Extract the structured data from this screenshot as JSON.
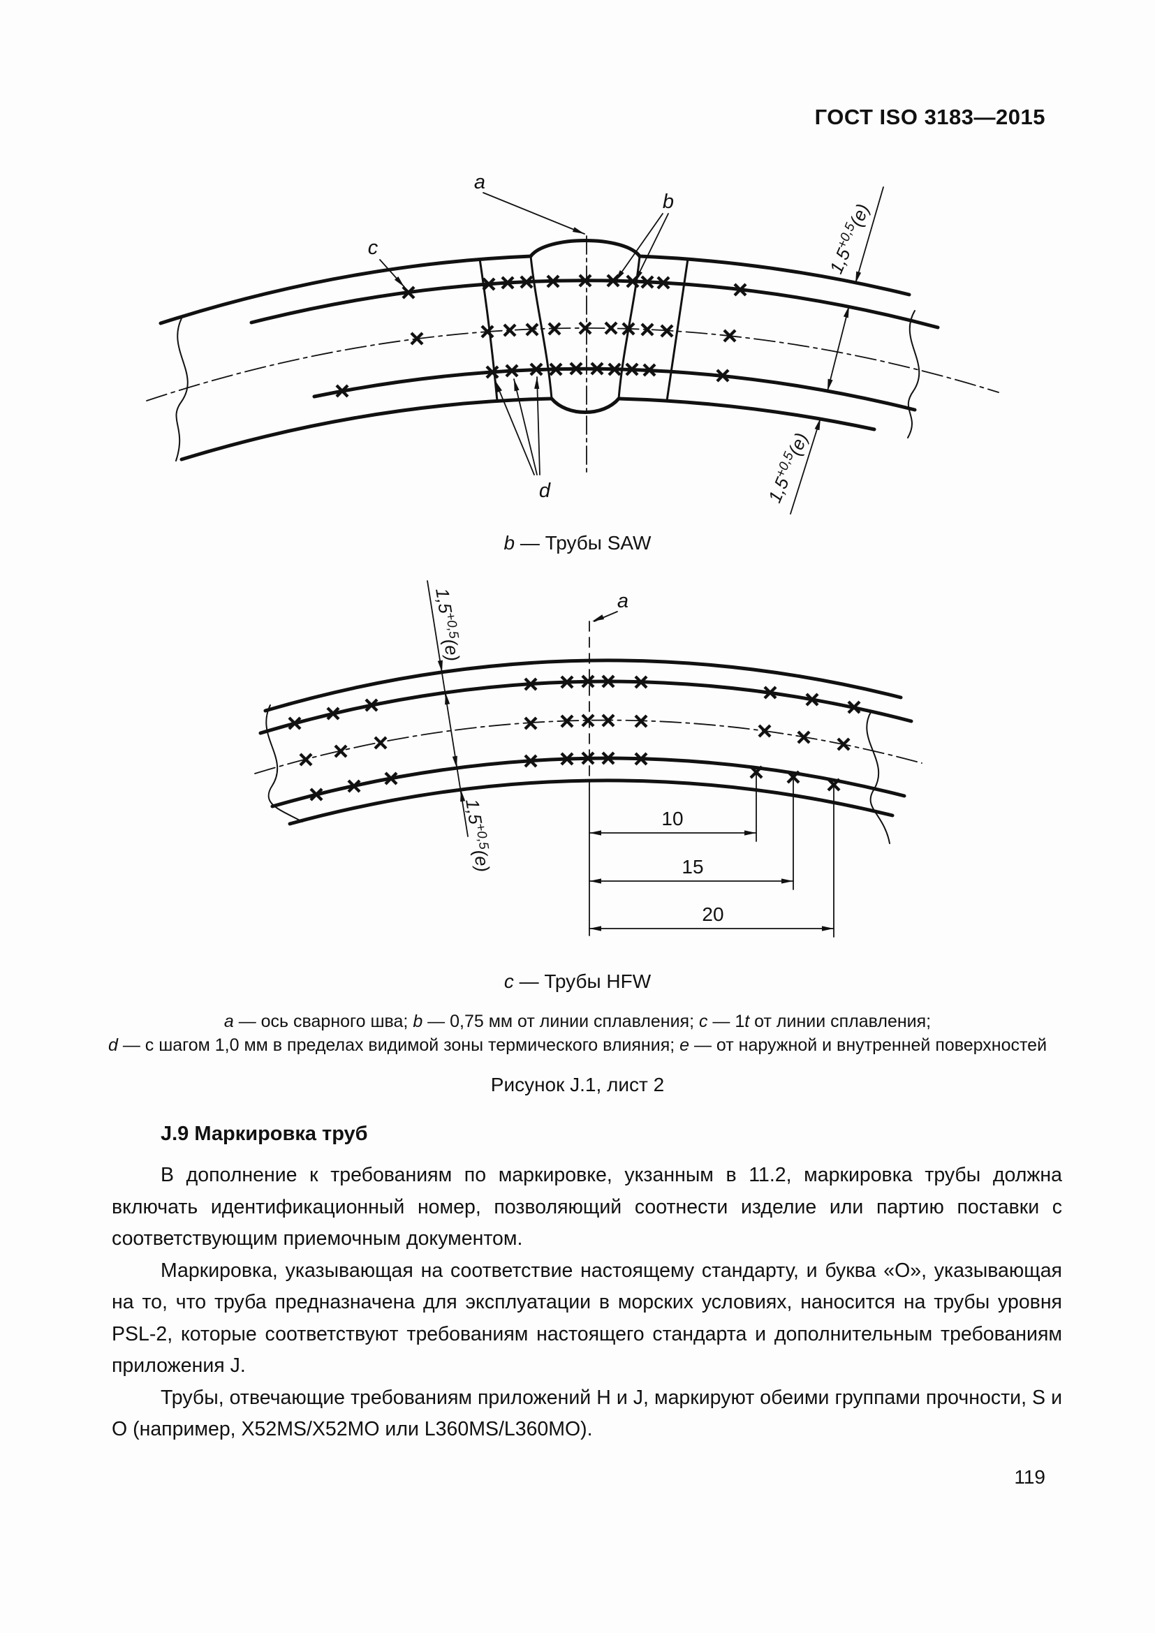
{
  "header": {
    "title": "ГОСТ ISO 3183—2015"
  },
  "figures": {
    "saw": {
      "label_a": "a",
      "label_b": "b",
      "label_c": "c",
      "label_d": "d",
      "wall_dim": {
        "value": "1,5",
        "tolerance": "+0,5",
        "suffix": "(e)"
      },
      "caption_prefix": "b",
      "caption_text": " — Трубы SAW"
    },
    "hfw": {
      "label_a": "a",
      "wall_dim": {
        "value": "1,5",
        "tolerance": "+0,5",
        "suffix": "(e)"
      },
      "dim_10": "10",
      "dim_15": "15",
      "dim_20": "20",
      "caption_prefix": "c",
      "caption_text": " — Трубы HFW"
    }
  },
  "legend": {
    "lines": [
      [
        {
          "t": "a",
          "i": true
        },
        {
          "t": " — ось сварного шва; ",
          "i": false
        },
        {
          "t": "b",
          "i": true
        },
        {
          "t": " — 0,75 мм от линии сплавления; ",
          "i": false
        },
        {
          "t": "c",
          "i": true
        },
        {
          "t": " — 1",
          "i": false
        },
        {
          "t": "t",
          "i": true
        },
        {
          "t": " от линии сплавления;",
          "i": false
        }
      ],
      [
        {
          "t": "d",
          "i": true
        },
        {
          "t": " — с шагом 1,0 мм в пределах видимой зоны термического влияния; ",
          "i": false
        },
        {
          "t": "e",
          "i": true
        },
        {
          "t": " — от наружной и внутренней поверхностей",
          "i": false
        }
      ]
    ]
  },
  "figure_title": "Рисунок J.1, лист 2",
  "section": {
    "heading": "J.9 Маркировка труб",
    "paragraphs": [
      "В дополнение к требованиям по маркировке, укзанным в 11.2, маркировка трубы должна включать идентификационный номер, позволяющий соотнести изделие или партию поставки с соответствующим приемочным документом.",
      "Маркировка, указывающая на соответствие настоящему стандарту, и буква «О», указывающая на то, что труба предназначена для эксплуатации в морских условиях, наносится на трубы уровня PSL-2, которые соответствуют требованиям настоящего стандарта и дополнительным требованиям приложения J.",
      "Трубы, отвечающие требованиям приложений Н и J, маркируют обеими группами прочности, S и О (например, X52MS/X52MO или L360MS/L360MO)."
    ]
  },
  "page_number": "119"
}
